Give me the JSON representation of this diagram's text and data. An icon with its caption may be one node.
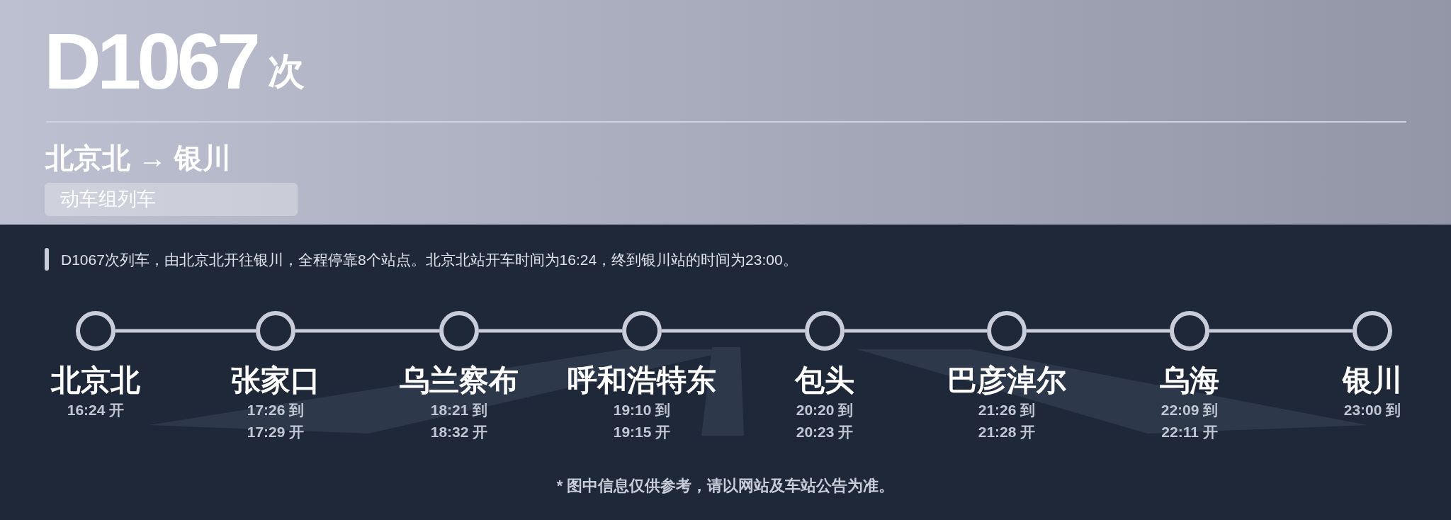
{
  "diagram": {
    "title": "D1067",
    "nodes": [
      {
        "text": [
          "北京北"
        ],
        "beside": [
          "16:24 开"
        ]
      },
      {
        "text": [
          "张家口"
        ],
        "beside": [
          "17:26 到",
          "17:29 开"
        ]
      },
      {
        "text": [
          "乌兰察布"
        ],
        "beside": [
          "18:21 到",
          "18:32 开"
        ]
      },
      {
        "text": [
          "呼和浩特东"
        ],
        "beside": [
          "19:10 到",
          "19:15 开"
        ]
      },
      {
        "text": [
          "包头"
        ],
        "beside": [
          "20:20 到",
          "20:23 开"
        ]
      },
      {
        "text": [
          "巴彦淖尔"
        ],
        "beside": [
          "21:26 到",
          "21:28 开"
        ]
      },
      {
        "text": [
          "乌海"
        ],
        "beside": [
          "22:09 到",
          "22:11 开"
        ]
      },
      {
        "text": [
          "银川"
        ],
        "beside": [
          "23:00 到"
        ]
      }
    ],
    "edges": [
      {
        "from": 0,
        "to": 1,
        "arrow": "none"
      },
      {
        "from": 1,
        "to": 2,
        "arrow": "none"
      },
      {
        "from": 2,
        "to": 3,
        "arrow": "none"
      },
      {
        "from": 3,
        "to": 4,
        "arrow": "none"
      },
      {
        "from": 4,
        "to": 5,
        "arrow": "none"
      },
      {
        "from": 5,
        "to": 6,
        "arrow": "none"
      },
      {
        "from": 6,
        "to": 7,
        "arrow": "none"
      }
    ],
    "labels": [
      "次",
      "北京北 → 银川",
      "动车组列车",
      "D1067次列车，由北京北开往银川，全程停靠8个站点。北京北站开车时间为16:24，终到银川站的时间为23:00。",
      "* 图中信息仅供参考，请以网站及车站公告为准。"
    ]
  }
}
